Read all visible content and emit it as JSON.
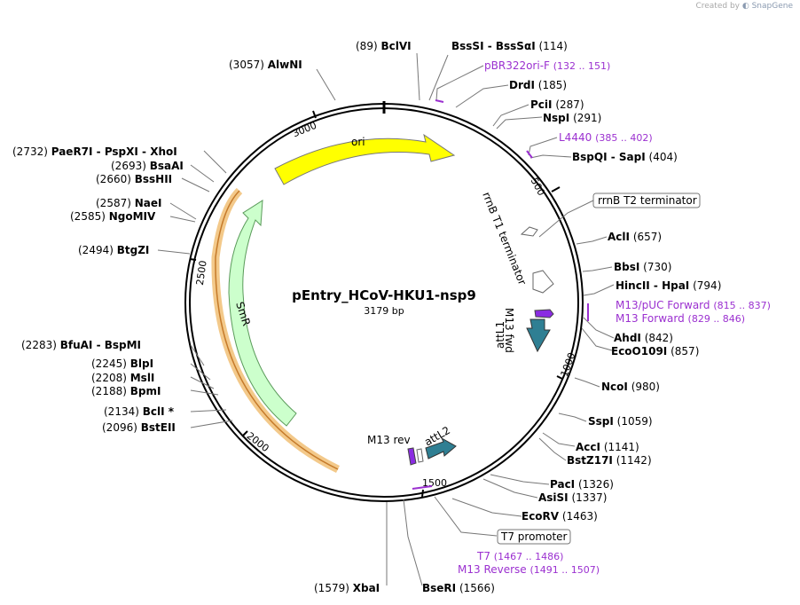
{
  "credit": {
    "prefix": "Created by",
    "app": "SnapGene"
  },
  "plasmid": {
    "name": "pEntry_HCoV-HKU1-nsp9",
    "length_label": "3179 bp",
    "length": 3179
  },
  "ticks": [
    "500",
    "1000",
    "1500",
    "2000",
    "2500",
    "3000"
  ],
  "features": [
    {
      "name": "ori",
      "color": "#ffff00"
    },
    {
      "name": "SmR",
      "color": "#ccffcc"
    },
    {
      "name": "rrnB T1 terminator",
      "color": "#ffffff"
    },
    {
      "name": "M13 fwd",
      "color": "#8a2be2"
    },
    {
      "name": "attL1",
      "color": "#2f7f93"
    },
    {
      "name": "M13 rev",
      "color": "#8a2be2"
    },
    {
      "name": "attL2",
      "color": "#2f7f93"
    }
  ],
  "boxed_labels": [
    "rrnB T2 terminator",
    "T7 promoter"
  ],
  "enzymes": [
    {
      "pos": "(89)",
      "name": "BclVI"
    },
    {
      "pos": "(114)",
      "name": "BssSI - BssSαI"
    },
    {
      "pos": "(132 .. 151)",
      "name": "pBR322ori-F",
      "primer": true
    },
    {
      "pos": "(185)",
      "name": "DrdI"
    },
    {
      "pos": "(287)",
      "name": "PciI"
    },
    {
      "pos": "(291)",
      "name": "NspI"
    },
    {
      "pos": "(385 .. 402)",
      "name": "L4440",
      "primer": true
    },
    {
      "pos": "(404)",
      "name": "BspQI - SapI"
    },
    {
      "pos": "(657)",
      "name": "AclI"
    },
    {
      "pos": "(730)",
      "name": "BbsI"
    },
    {
      "pos": "(794)",
      "name": "HincII - HpaI"
    },
    {
      "pos": "(815 .. 837)",
      "name": "M13/pUC Forward",
      "primer": true
    },
    {
      "pos": "(829 .. 846)",
      "name": "M13 Forward",
      "primer": true
    },
    {
      "pos": "(842)",
      "name": "AhdI"
    },
    {
      "pos": "(857)",
      "name": "EcoO109I"
    },
    {
      "pos": "(980)",
      "name": "NcoI"
    },
    {
      "pos": "(1059)",
      "name": "SspI"
    },
    {
      "pos": "(1141)",
      "name": "AccI"
    },
    {
      "pos": "(1142)",
      "name": "BstZ17I"
    },
    {
      "pos": "(1326)",
      "name": "PacI"
    },
    {
      "pos": "(1337)",
      "name": "AsiSI"
    },
    {
      "pos": "(1463)",
      "name": "EcoRV"
    },
    {
      "pos": "(1467 .. 1486)",
      "name": "T7",
      "primer": true
    },
    {
      "pos": "(1491 .. 1507)",
      "name": "M13 Reverse",
      "primer": true
    },
    {
      "pos": "(1566)",
      "name": "BseRI"
    },
    {
      "pos": "(1579)",
      "name": "XbaI"
    },
    {
      "pos": "(2096)",
      "name": "BstEII"
    },
    {
      "pos": "(2134)",
      "name": "BclI *"
    },
    {
      "pos": "(2188)",
      "name": "BpmI"
    },
    {
      "pos": "(2208)",
      "name": "MslI"
    },
    {
      "pos": "(2245)",
      "name": "BlpI"
    },
    {
      "pos": "(2283)",
      "name": "BfuAI - BspMI"
    },
    {
      "pos": "(2494)",
      "name": "BtgZI"
    },
    {
      "pos": "(2585)",
      "name": "NgoMIV"
    },
    {
      "pos": "(2587)",
      "name": "NaeI"
    },
    {
      "pos": "(2660)",
      "name": "BssHII"
    },
    {
      "pos": "(2693)",
      "name": "BsaAI"
    },
    {
      "pos": "(2732)",
      "name": "PaeR7I - PspXI - XhoI"
    },
    {
      "pos": "(3057)",
      "name": "AlwNI"
    }
  ]
}
